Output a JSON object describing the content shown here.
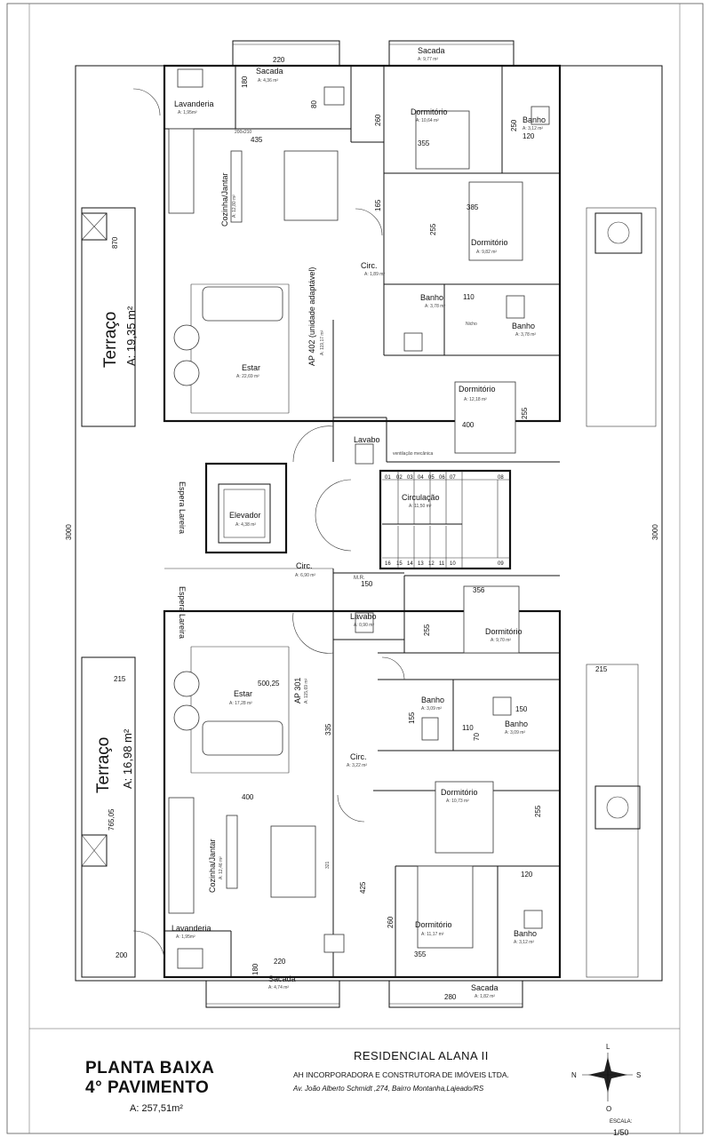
{
  "rooms": {
    "sacada_top_left": {
      "name": "Sacada",
      "area": "A: 4,36 m²"
    },
    "sacada_top_right": {
      "name": "Sacada",
      "area": "A: 9,77 m²"
    },
    "lavanderia_top": {
      "name": "Lavanderia",
      "area": "A: 1,95m²"
    },
    "cozinha_top": {
      "name": "Cozinha/Jantar",
      "area": "A: 12,80 m²"
    },
    "estar_top": {
      "name": "Estar",
      "area": "A: 22,69 m²"
    },
    "ap402": {
      "name": "AP 402 (unidade adaptável)",
      "area": "A: 119,17 m²"
    },
    "dorm_top1": {
      "name": "Dormitório",
      "area": "A: 10,64 m²"
    },
    "banho_top1": {
      "name": "Banho",
      "area": "A: 3,12 m²"
    },
    "dorm_top2": {
      "name": "Dormitório",
      "area": "A: 9,82 m²"
    },
    "circ_top": {
      "name": "Circ.",
      "area": "A: 1,89 m²"
    },
    "banho_top2": {
      "name": "Banho",
      "area": "A: 3,78 m²"
    },
    "banho_top3": {
      "name": "Banho",
      "area": "A: 3,78 m²"
    },
    "dorm_top3": {
      "name": "Dormitório",
      "area": "A: 12,18 m²"
    },
    "lavabo_top": {
      "name": "Lavabo",
      "area": ""
    },
    "terraco_top": {
      "name": "Terraço",
      "area": "A: 19,35 m²"
    },
    "espera_top": {
      "name": "Espera Lareira"
    },
    "elevador": {
      "name": "Elevador",
      "area": "A: 4,38 m²"
    },
    "circulacao": {
      "name": "Circulação",
      "area": "A: 11,50 m²"
    },
    "circ_mid": {
      "name": "Circ.",
      "area": "A: 6,90 m²"
    },
    "mr": {
      "name": "M.R."
    },
    "lavabo_bottom": {
      "name": "Lavabo",
      "area": "A: 0,90 m²"
    },
    "espera_bottom": {
      "name": "Espera Lareira"
    },
    "dorm_bot1": {
      "name": "Dormitório",
      "area": "A: 9,70 m²"
    },
    "estar_bottom": {
      "name": "Estar",
      "area": "A: 17,28 m²"
    },
    "ap301": {
      "name": "AP 301",
      "area": "A: 115,69 m²"
    },
    "banho_bot1": {
      "name": "Banho",
      "area": "A: 3,09 m²"
    },
    "banho_bot2": {
      "name": "Banho",
      "area": "A: 3,09 m²"
    },
    "circ_bot": {
      "name": "Circ.",
      "area": "A: 3,22 m²"
    },
    "dorm_bot2": {
      "name": "Dormitório",
      "area": "A: 10,73 m²"
    },
    "terraco_bottom": {
      "name": "Terraço",
      "area": "A: 16,98 m²"
    },
    "cozinha_bottom": {
      "name": "Cozinha/Jantar",
      "area": "A: 12,46 m²"
    },
    "dorm_bot3": {
      "name": "Dormitório",
      "area": "A: 11,17 m²"
    },
    "banho_bot3": {
      "name": "Banho",
      "area": "A: 3,12 m²"
    },
    "lavanderia_bottom": {
      "name": "Lavanderia",
      "area": "A: 1,95m²"
    },
    "sacada_bot_left": {
      "name": "Sacada",
      "area": "A: 4,74 m²"
    },
    "sacada_bot_right": {
      "name": "Sacada",
      "area": "A: 1,82 m²"
    }
  },
  "notes": {
    "ventilacao": "ventilação mecânica",
    "nicho": "Nicho"
  },
  "stair_numbers_top": [
    "01",
    "02",
    "03",
    "04",
    "05",
    "06",
    "07",
    "08"
  ],
  "stair_numbers_bottom": [
    "16",
    "15",
    "14",
    "13",
    "12",
    "11",
    "10",
    "09"
  ],
  "dimensions": {
    "d220_top": "220",
    "d180_top": "180",
    "d80_top": "80",
    "d435": "435",
    "d200x210": "200x210",
    "d870": "870",
    "d260_top": "260",
    "d355_top": "355",
    "d120_top": "120",
    "d250_top": "250",
    "d165": "165",
    "d255_a": "255",
    "d385": "385",
    "d110_top": "110",
    "d255_b": "255",
    "d400_top": "400",
    "d3000_left": "3000",
    "d3000_right": "3000",
    "d150": "150",
    "d356": "356",
    "d255_c": "255",
    "d215_right": "215",
    "d215_left": "215",
    "d500_25": "500,25",
    "d335": "335",
    "d155": "155",
    "d110_bot": "110",
    "d150_b": "150",
    "d70": "70",
    "d255_d": "255",
    "d400_bot": "400",
    "d321": "321",
    "d765": "765,05",
    "d425": "425",
    "d260_bot": "260",
    "d120_bot": "120",
    "d355_bot": "355",
    "d200": "200",
    "d220_bot": "220",
    "d180_bot": "180",
    "d280": "280"
  },
  "title_block": {
    "title_line1": "PLANTA BAIXA",
    "title_line2": "4° PAVIMENTO",
    "area": "A: 257,51m²",
    "project": "RESIDENCIAL ALANA II",
    "company": "AH INCORPORADORA E CONSTRUTORA DE IMÓVEIS LTDA.",
    "address": "Av. João Alberto Schmidt ,274, Bairro Montanha,Lajeado/RS",
    "scale_label": "ESCALA:",
    "scale_value": "1/50"
  },
  "compass": {
    "north": "N",
    "south": "S",
    "east": "L",
    "west": "O"
  }
}
